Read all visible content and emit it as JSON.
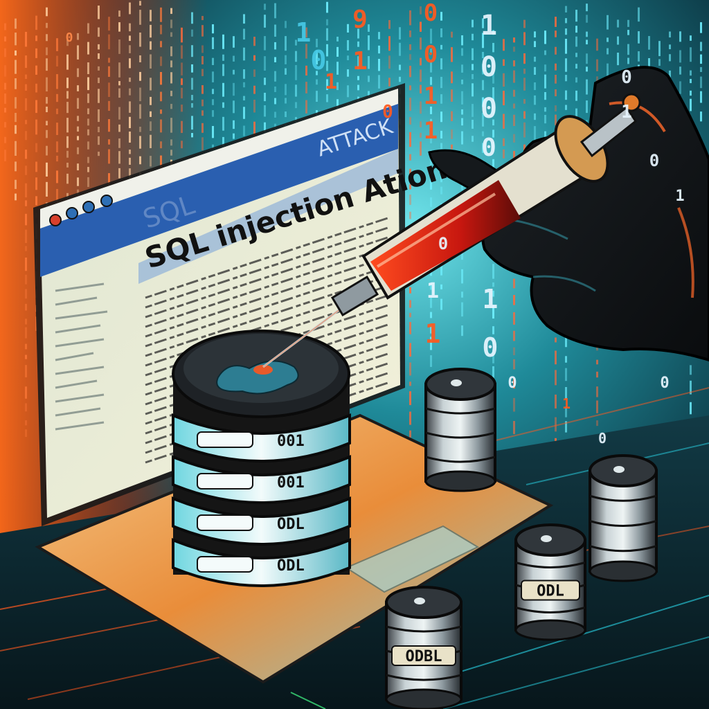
{
  "screen": {
    "header_word": "ATTACK",
    "faded_word": "SQL",
    "headline": "SQL injection Ation",
    "window_dot_colors": [
      "#d8402c",
      "#2e6fb5",
      "#2e6fb5",
      "#2e6fb5"
    ]
  },
  "binary_digits": [
    "1",
    "0",
    "9",
    "1",
    "0",
    "0",
    "1",
    "1",
    "1",
    "0",
    "0",
    "0",
    "1",
    "0",
    "0",
    "1",
    "1",
    "1",
    "0",
    "1",
    "0",
    "1",
    "0",
    "0",
    "0",
    "1",
    "0",
    "0"
  ],
  "databases": [
    {
      "label": "001"
    },
    {
      "label": "001"
    },
    {
      "label": "ODL"
    },
    {
      "label": "ODL"
    },
    {
      "label": "ODBL"
    }
  ],
  "colors": {
    "accent_orange": "#ff5a1f",
    "accent_cyan": "#29d6e8",
    "liquid_red": "#e0251a",
    "screen_blue": "#2a5fb0"
  }
}
